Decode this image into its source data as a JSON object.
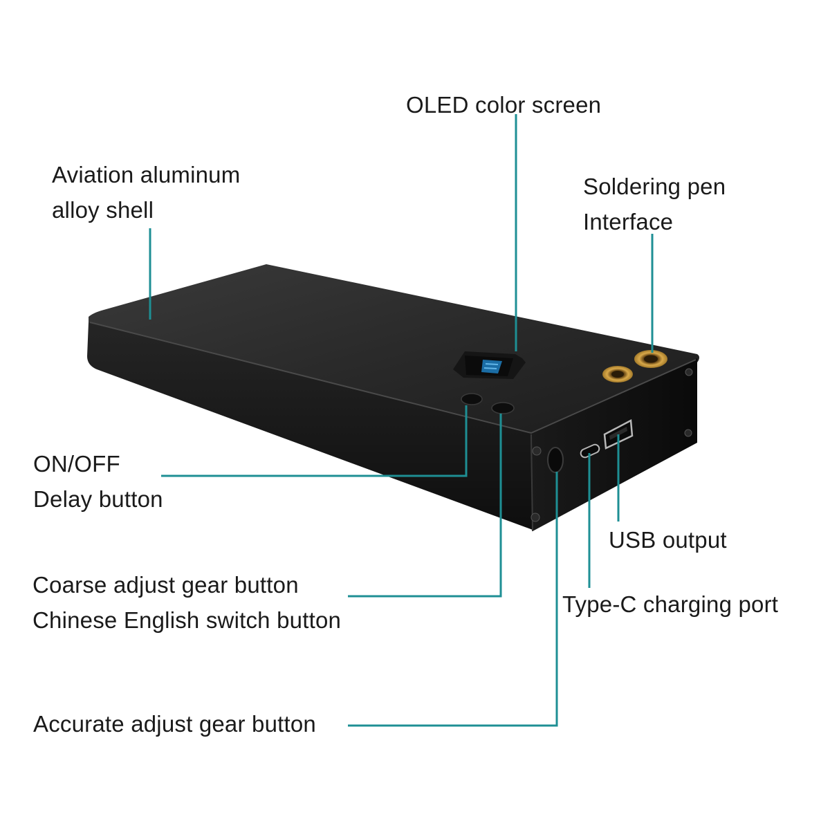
{
  "colors": {
    "leader_line": "#1e8f94",
    "device_body": "#262626",
    "device_side": "#121212",
    "oled_screen": "#1f7fc1",
    "brass_port": "#c99a3c",
    "background": "#ffffff"
  },
  "labels": {
    "oled_screen": [
      "OLED color screen"
    ],
    "shell": [
      "Aviation aluminum",
      "alloy shell"
    ],
    "pen_interface": [
      "Soldering pen",
      "Interface"
    ],
    "onoff_button": [
      "ON/OFF",
      "Delay button"
    ],
    "usb_output": [
      "USB output"
    ],
    "coarse_button": [
      "Coarse adjust gear button",
      "Chinese English switch button"
    ],
    "typec_port": [
      "Type-C charging port"
    ],
    "accurate_button": [
      "Accurate adjust gear button"
    ]
  }
}
